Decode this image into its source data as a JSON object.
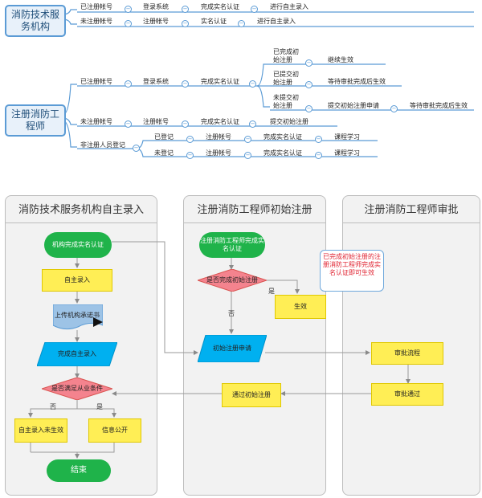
{
  "mindmap": {
    "root1": "消防技术服务机构",
    "branch1": {
      "row1": [
        "已注册帐号",
        "登录系统",
        "完成实名认证",
        "进行自主录入"
      ],
      "row2": [
        "未注册帐号",
        "注册帐号",
        "实名认证",
        "进行自主录入"
      ]
    },
    "root2": "注册消防工程师",
    "branch2": {
      "registered": [
        "已注册帐号",
        "登录系统",
        "完成实名认证"
      ],
      "sub": [
        {
          "label": "已完成初始注册",
          "result": "继续生效"
        },
        {
          "label": "已提交初始注册",
          "result": "等待审批完成后生效"
        },
        {
          "label": "未提交初始注册",
          "action": "提交初始注册申请",
          "result": "等待审批完成后生效"
        }
      ],
      "unregistered": [
        "未注册帐号",
        "注册帐号",
        "完成实名认证",
        "提交初始注册"
      ],
      "nonreg": "非注册人员登记",
      "nonreg_rows": [
        [
          "已登记",
          "注册帐号",
          "完成实名认证",
          "课程学习"
        ],
        [
          "未登记",
          "注册帐号",
          "完成实名认证",
          "课程学习"
        ]
      ]
    }
  },
  "flow": {
    "lanes": [
      "消防技术服务机构自主录入",
      "注册消防工程师初始注册",
      "注册消防工程师审批"
    ],
    "a_start": "机构完成实名认证",
    "a_input": "自主录入",
    "a_doc": "上传机构承诺书",
    "a_done": "完成自主录入",
    "a_decision": "是否满足从业条件",
    "a_no_box": "自主录入未生效",
    "a_yes_box": "信息公开",
    "a_end": "结束",
    "b_start": "注册消防工程师完成实名认证",
    "b_decision": "是否完成初始注册",
    "b_effect": "生效",
    "b_apply": "初始注册申请",
    "b_pass": "通过初始注册",
    "c_flow": "审批流程",
    "c_pass": "审批通过",
    "note": "已完成初始注册的注册消防工程师完成实名认证即可生效",
    "yes": "是",
    "no": "否"
  }
}
